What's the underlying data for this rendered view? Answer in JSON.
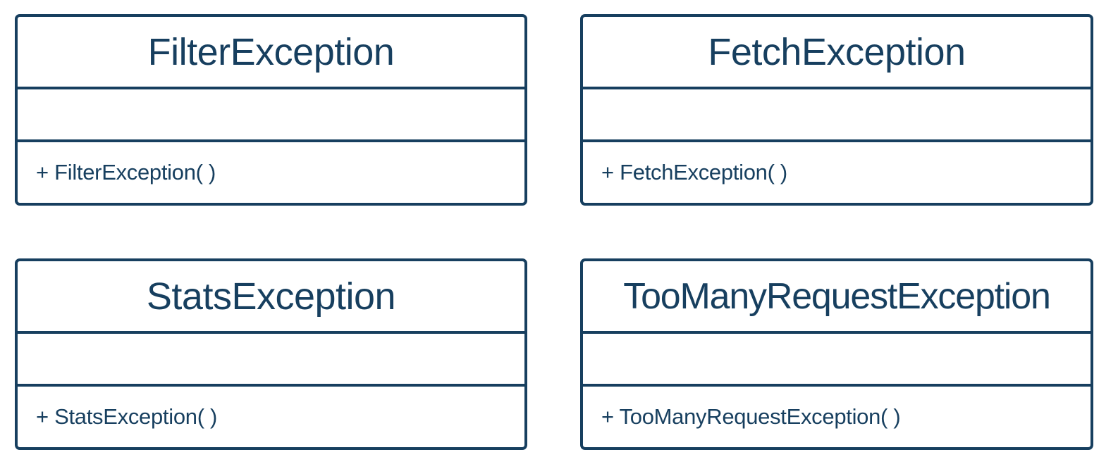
{
  "classes": [
    {
      "name": "FilterException",
      "attributes": [],
      "methods": [
        "+ FilterException( )"
      ]
    },
    {
      "name": "FetchException",
      "attributes": [],
      "methods": [
        "+ FetchException( )"
      ]
    },
    {
      "name": "StatsException",
      "attributes": [],
      "methods": [
        "+ StatsException( )"
      ]
    },
    {
      "name": "TooManyRequestException",
      "attributes": [],
      "methods": [
        "+ TooManyRequestException( )"
      ]
    }
  ],
  "colors": {
    "stroke": "#173f5f",
    "text": "#173f5f",
    "background": "#ffffff"
  }
}
